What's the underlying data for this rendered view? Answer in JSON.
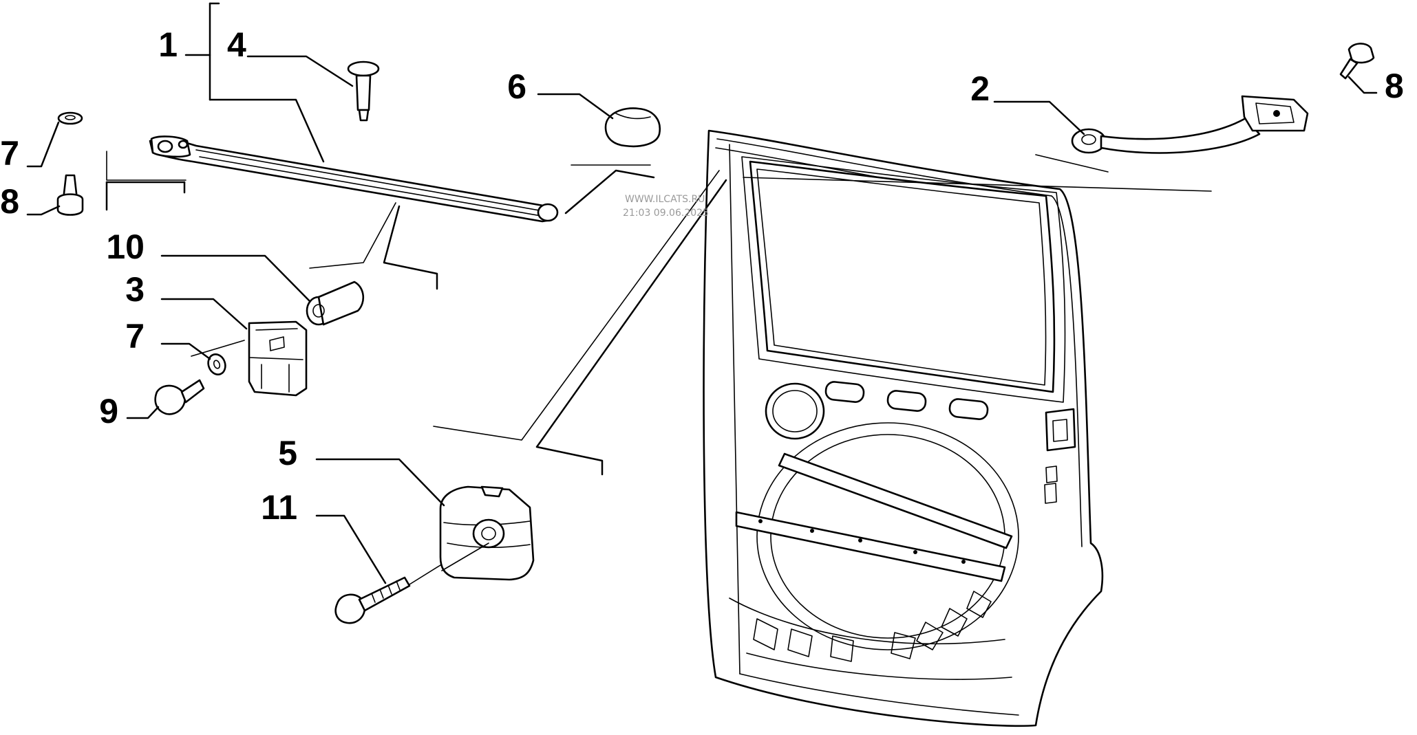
{
  "callouts": [
    {
      "id": "c1",
      "label": "1"
    },
    {
      "id": "c2",
      "label": "2"
    },
    {
      "id": "c3",
      "label": "3"
    },
    {
      "id": "c4",
      "label": "4"
    },
    {
      "id": "c5",
      "label": "5"
    },
    {
      "id": "c6",
      "label": "6"
    },
    {
      "id": "c7a",
      "label": "7"
    },
    {
      "id": "c7b",
      "label": "7"
    },
    {
      "id": "c8a",
      "label": "8"
    },
    {
      "id": "c8b",
      "label": "8"
    },
    {
      "id": "c9",
      "label": "9"
    },
    {
      "id": "c10",
      "label": "10"
    },
    {
      "id": "c11",
      "label": "11"
    }
  ],
  "watermark": {
    "line1": "WWW.ILCATS.RU",
    "line2": "21:03 09.06.2025"
  }
}
